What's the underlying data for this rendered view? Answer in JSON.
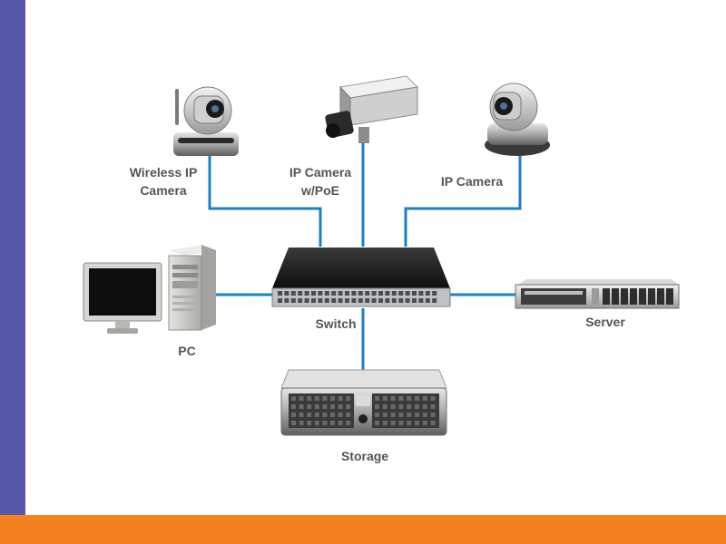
{
  "colors": {
    "side_bar": "#5659a8",
    "bottom_bar": "#f58220",
    "link": "#1d7fc4",
    "label": "#555555"
  },
  "nodes": {
    "wireless_ip_camera": {
      "label_line1": "Wireless IP",
      "label_line2": "Camera",
      "icon": "wireless-ip-camera-icon"
    },
    "ip_camera_poe": {
      "label_line1": "IP Camera",
      "label_line2": "w/PoE",
      "icon": "box-ip-camera-icon"
    },
    "ip_camera": {
      "label": "IP Camera",
      "icon": "ptz-ip-camera-icon"
    },
    "switch": {
      "label": "Switch",
      "icon": "network-switch-icon"
    },
    "pc": {
      "label": "PC",
      "icon": "desktop-pc-icon"
    },
    "server": {
      "label": "Server",
      "icon": "rack-server-icon"
    },
    "storage": {
      "label": "Storage",
      "icon": "storage-array-icon"
    }
  },
  "links": [
    {
      "from": "Wireless IP Camera",
      "to": "Switch"
    },
    {
      "from": "IP Camera w/PoE",
      "to": "Switch"
    },
    {
      "from": "IP Camera",
      "to": "Switch"
    },
    {
      "from": "PC",
      "to": "Switch"
    },
    {
      "from": "Server",
      "to": "Switch"
    },
    {
      "from": "Storage",
      "to": "Switch"
    }
  ]
}
